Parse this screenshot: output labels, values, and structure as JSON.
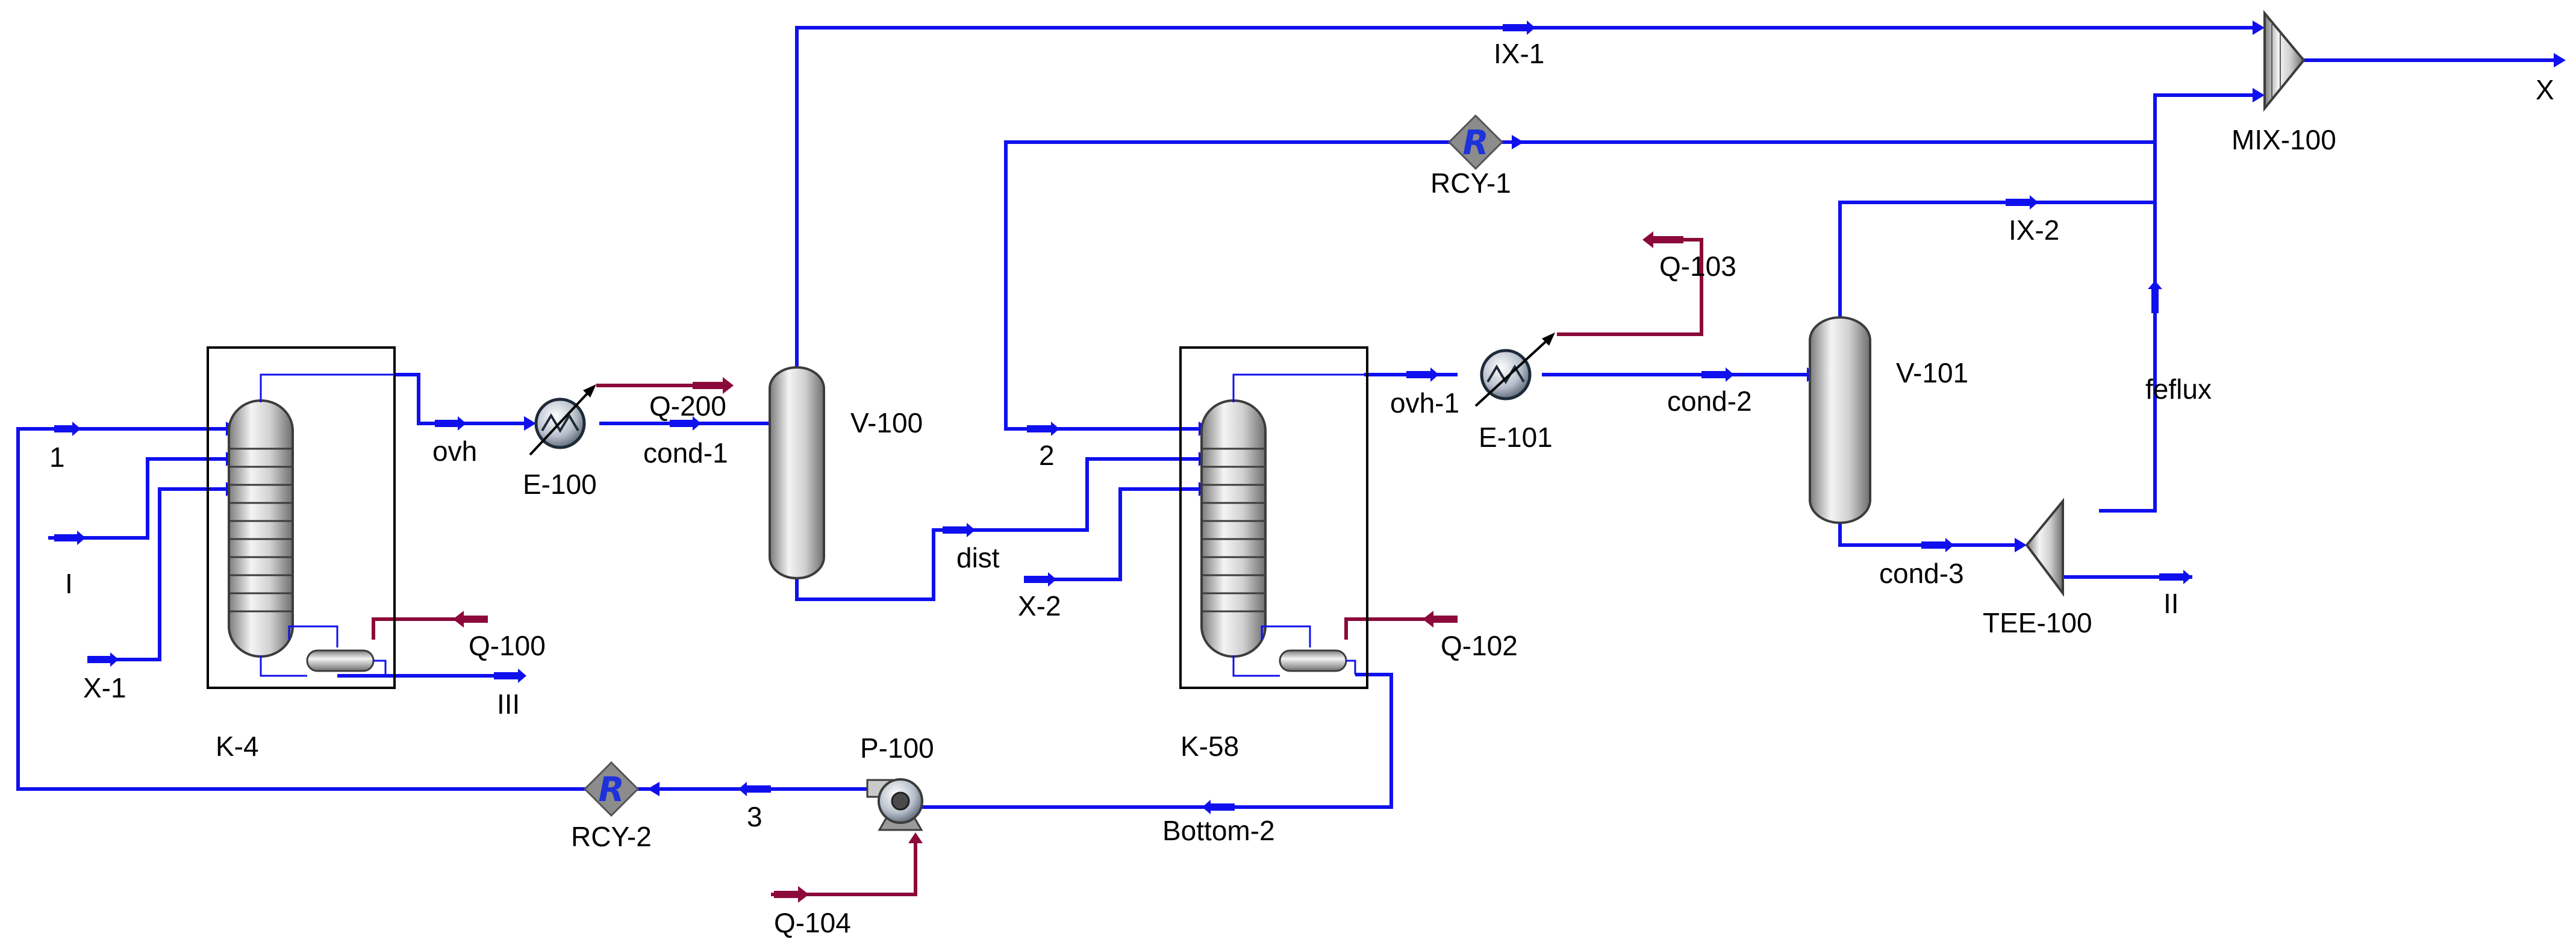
{
  "units": {
    "k4": "K-4",
    "k58": "K-58",
    "e100": "E-100",
    "e101": "E-101",
    "v100": "V-100",
    "v101": "V-101",
    "p100": "P-100",
    "rcy1": "RCY-1",
    "rcy2": "RCY-2",
    "mix100": "MIX-100",
    "tee100": "TEE-100"
  },
  "streams": {
    "s1": "1",
    "sI": "I",
    "sX1": "X-1",
    "ovh": "ovh",
    "cond1": "cond-1",
    "III": "III",
    "IX1": "IX-1",
    "dist": "dist",
    "s2": "2",
    "X2": "X-2",
    "ovh1": "ovh-1",
    "cond2": "cond-2",
    "IX2": "IX-2",
    "feflux": "feflux",
    "cond3": "cond-3",
    "II": "II",
    "X": "X",
    "bottom2": "Bottom-2",
    "s3": "3"
  },
  "energy": {
    "q200": "Q-200",
    "q100": "Q-100",
    "q103": "Q-103",
    "q102": "Q-102",
    "q104": "Q-104"
  },
  "recycle_glyph": "R",
  "colors": {
    "material_stream": "#1010ee",
    "energy_stream": "#8b0a3a"
  }
}
